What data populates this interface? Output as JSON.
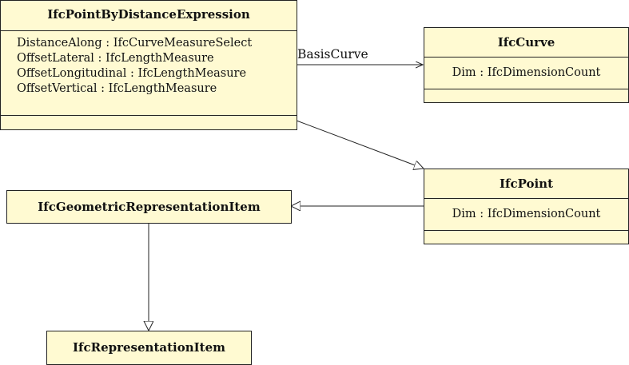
{
  "classes": {
    "point_by_distance": {
      "name": "IfcPointByDistanceExpression",
      "attributes": [
        "DistanceAlong : IfcCurveMeasureSelect",
        "OffsetLateral : IfcLengthMeasure",
        "OffsetLongitudinal : IfcLengthMeasure",
        "OffsetVertical : IfcLengthMeasure"
      ]
    },
    "curve": {
      "name": "IfcCurve",
      "attributes": [
        "Dim : IfcDimensionCount"
      ]
    },
    "point": {
      "name": "IfcPoint",
      "attributes": [
        "Dim : IfcDimensionCount"
      ]
    },
    "geometric_item": {
      "name": "IfcGeometricRepresentationItem"
    },
    "representation_item": {
      "name": "IfcRepresentationItem"
    }
  },
  "associations": {
    "basis_curve": "BasisCurve"
  },
  "colors": {
    "fill": "#fffad2",
    "stroke": "#222222"
  }
}
